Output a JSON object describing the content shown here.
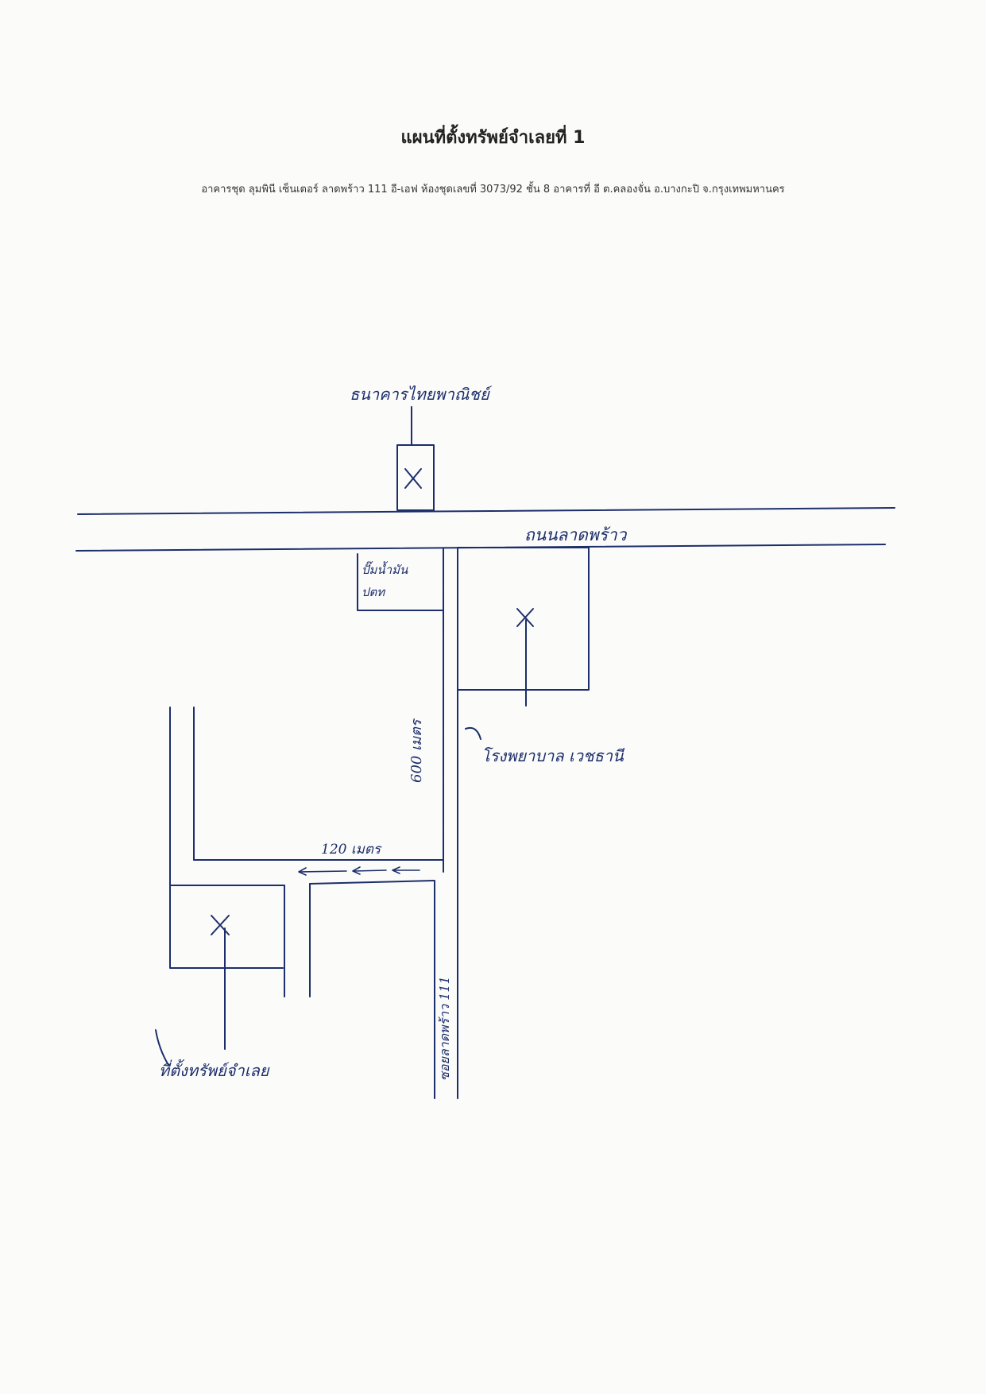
{
  "document": {
    "title": "แผนที่ตั้งทรัพย์จำเลยที่ 1",
    "subtitle": "อาคารชุด ลุมพินี เซ็นเตอร์ ลาดพร้าว 111 อี-เอฟ ห้องชุดเลขที่ 3073/92 ชั้น 8 อาคารที่ อี ต.คลองจั่น อ.บางกะปิ จ.กรุงเทพมหานคร"
  },
  "map": {
    "labels": {
      "landmark_top": "ธนาคารไทยพาณิชย์",
      "main_road": "ถนนลาดพร้าว",
      "gas_station": "ปั๊มน้ำมัน ปตท",
      "hospital": "โรงพยาบาล เวชธานี",
      "distance_main": "600 เมตร",
      "distance_side": "120 เมตร",
      "soi": "ซอยลาดพร้าว 111",
      "property": "ที่ตั้งทรัพย์จำเลย"
    },
    "ink_color": "#1c2e6b"
  }
}
